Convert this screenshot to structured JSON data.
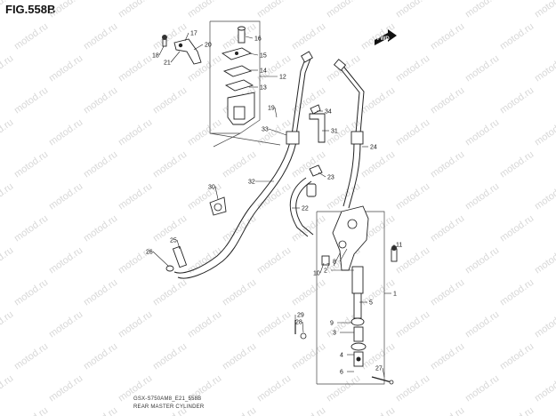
{
  "figure_title": "FIG.558B",
  "fwd_label": "FWD",
  "watermark_text": "motod.ru",
  "footer": {
    "code": "GSX-S750AM8_E21_558B",
    "caption": "REAR MASTER CYLINDER"
  },
  "callouts": [
    "1",
    "2",
    "3",
    "4",
    "5",
    "6",
    "7",
    "8",
    "9",
    "10",
    "11",
    "12",
    "13",
    "14",
    "15",
    "16",
    "17",
    "18",
    "19",
    "20",
    "21",
    "22",
    "23",
    "24",
    "25",
    "26",
    "27",
    "28",
    "29",
    "30",
    "31",
    "32",
    "33",
    "34"
  ]
}
